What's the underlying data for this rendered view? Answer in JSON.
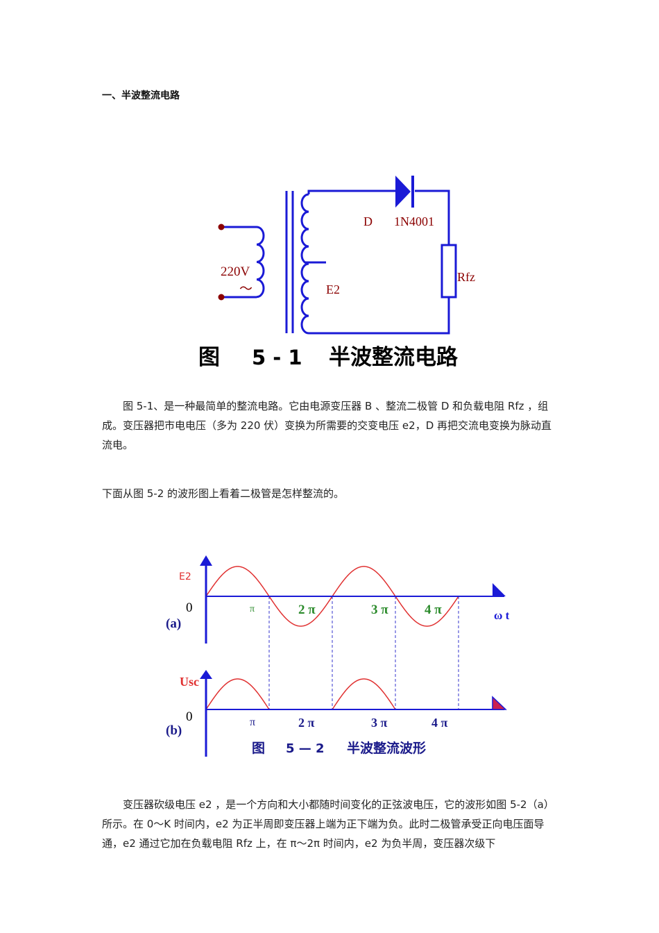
{
  "heading": "一、半波整流电路",
  "figure1": {
    "labels": {
      "diode_name": "D",
      "diode_model": "1N4001",
      "source_voltage": "220V",
      "source_ac_symbol": "～",
      "secondary_voltage": "E2",
      "load_resistor": "Rfz"
    },
    "caption": {
      "prefix": "图",
      "number": "5 - 1",
      "title": "半波整流电路"
    },
    "colors": {
      "circuit": "#1a1ad6",
      "labels": "#8b0000",
      "caption": "#000000"
    }
  },
  "paragraph1": "图 5-1、是一种最简单的整流电路。它由电源变压器 B 、整流二极管 D 和负载电阻 Rfz ，组成。变压器把市电电压（多为 220 伏）变换为所需要的交变电压 e2，D 再把交流电变换为脉动直流电。",
  "paragraph2": "下面从图 5-2 的波形图上看着二极管是怎样整流的。",
  "figure2": {
    "chart_a": {
      "ylabel": "E2",
      "origin": "0",
      "panel": "(a)",
      "xlabel": "ω t",
      "ticks": [
        "π",
        "2 π",
        "3 π",
        "4 π"
      ]
    },
    "chart_b": {
      "ylabel": "Usc",
      "origin": "0",
      "panel": "(b)",
      "ticks": [
        "π",
        "2 π",
        "3 π",
        "4 π"
      ]
    },
    "caption": {
      "prefix": "图",
      "number": "5 — 2",
      "title": "半波整流波形"
    },
    "colors": {
      "waveform": "#e03030",
      "axes": "#1a1ad6",
      "tick_green": "#2a8a2a",
      "dashed": "#3333cc"
    }
  },
  "chart_data": [
    {
      "type": "line",
      "title": "",
      "ylabel": "E2",
      "xlabel": "ω t",
      "series": [
        {
          "name": "E2",
          "function": "sin(ωt)",
          "x_range": [
            "0",
            "4π"
          ]
        }
      ],
      "x_ticks": [
        "0",
        "π",
        "2 π",
        "3 π",
        "4 π"
      ]
    },
    {
      "type": "line",
      "title": "",
      "ylabel": "Usc",
      "series": [
        {
          "name": "Usc",
          "function": "max(sin(ωt), 0)",
          "x_range": [
            "0",
            "4π"
          ]
        }
      ],
      "x_ticks": [
        "0",
        "π",
        "2 π",
        "3 π",
        "4 π"
      ]
    }
  ],
  "paragraph3": "变压器砍级电压 e2 ，是一个方向和大小都随时间变化的正弦波电压，它的波形如图 5-2（a）所示。在 0～K 时间内，e2 为正半周即变压器上端为正下端为负。此时二极管承受正向电压面导通，e2 通过它加在负载电阻 Rfz 上，在 π～2π 时间内，e2 为负半周，变压器次级下"
}
